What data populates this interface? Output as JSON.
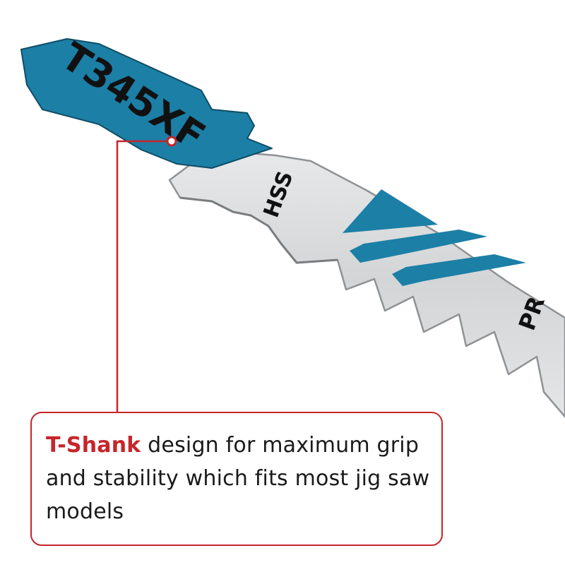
{
  "blade": {
    "model_code": "T345XF",
    "material_code": "HSS",
    "partial_marking": "PR",
    "colors": {
      "shank_blue": "#1c7fa6",
      "steel": "#d8dadb",
      "steel_edge": "#8f9294",
      "print": "#111111"
    }
  },
  "callout": {
    "highlight": "T-Shank",
    "body": " design for maximum grip and stability which fits most jig saw models",
    "accent_color": "#c6252b"
  }
}
